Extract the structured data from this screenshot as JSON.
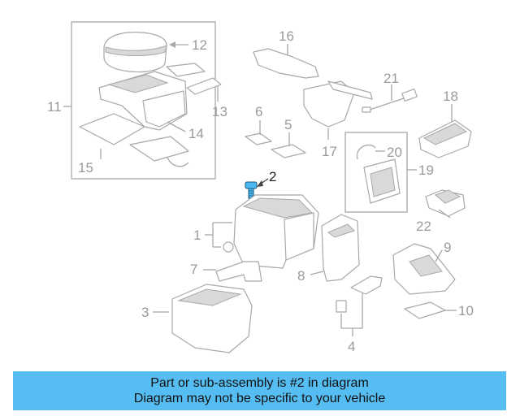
{
  "callouts": {
    "c1": "1",
    "c2": "2",
    "c3": "3",
    "c4": "4",
    "c5": "5",
    "c6": "6",
    "c7": "7",
    "c8": "8",
    "c9": "9",
    "c10": "10",
    "c11": "11",
    "c12": "12",
    "c13": "13",
    "c14": "14",
    "c15": "15",
    "c16": "16",
    "c17": "17",
    "c18": "18",
    "c19": "19",
    "c20": "20",
    "c21": "21",
    "c22": "22"
  },
  "highlighted_part": "2",
  "colors": {
    "highlight": "#4db8f0",
    "banner": "#55bdf2",
    "line": "#a8a8a8"
  },
  "banner": {
    "line1": "Part or sub-assembly is #2 in diagram",
    "line2": "Diagram may not be specific to your vehicle"
  }
}
